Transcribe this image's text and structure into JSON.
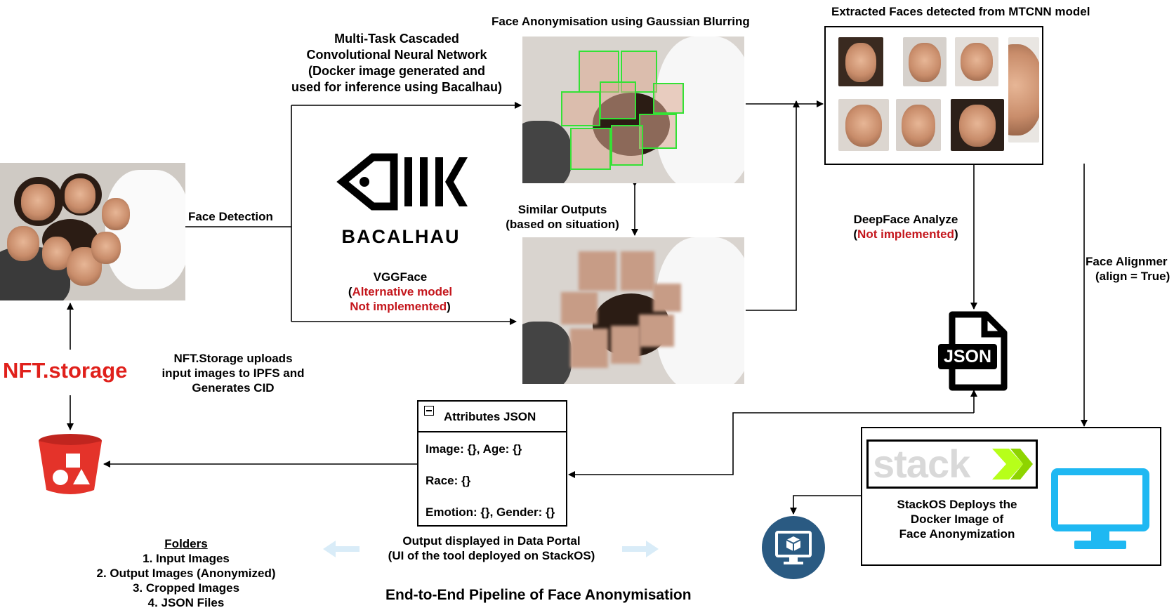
{
  "title": "End-to-End Pipeline of Face Anonymisation",
  "labels": {
    "face_detection": "Face Detection",
    "mtcnn": [
      "Multi-Task Cascaded",
      "Convolutional Neural Network",
      "(Docker image generated and",
      "used for inference using Bacalhau)"
    ],
    "bacalhau": "BACALHAU",
    "vggface_title": "VGGFace",
    "vggface_open": "(",
    "vggface_red1": "Alternative model",
    "vggface_red2": "Not implemented",
    "vggface_close": ")",
    "gaussian": "Face Anonymisation using Gaussian Blurring",
    "similar": [
      "Similar Outputs",
      "(based on situation)"
    ],
    "extracted": "Extracted Faces detected from MTCNN model",
    "deepface": "DeepFace Analyze",
    "deepface_open": "(",
    "deepface_red": "Not implemented",
    "deepface_close": ")",
    "alignment": [
      "Face Alignmer",
      "(align = True)"
    ],
    "json_icon": "JSON",
    "nftstorage": "NFT.storage",
    "nft_desc": [
      "NFT.Storage uploads",
      "input images to IPFS and",
      "Generates CID"
    ],
    "attributes_header": "Attributes JSON",
    "attributes_rows": [
      "Image: {}, Age: {}",
      "Race: {}",
      "Emotion: {}, Gender: {}"
    ],
    "output_portal": [
      "Output displayed in Data Portal",
      "(UI of the tool deployed on StackOS)"
    ],
    "stackos_logo": "stack",
    "stackos_desc": [
      "StackOS Deploys the",
      "Docker Image of",
      "Face Anonymization"
    ],
    "folders_title": "Folders",
    "folders": [
      "1. Input Images",
      "2. Output Images (Anonymized)",
      "3. Cropped Images",
      "4. JSON Files"
    ]
  },
  "colors": {
    "red_text": "#c4161c",
    "nft_red": "#e0201b",
    "bucket_red": "#e4332a",
    "monitor_blue": "#1fb8f2",
    "vm_blue": "#2a5a82",
    "bbox_green": "#35e135",
    "stack_green": "#b7ff1a"
  }
}
